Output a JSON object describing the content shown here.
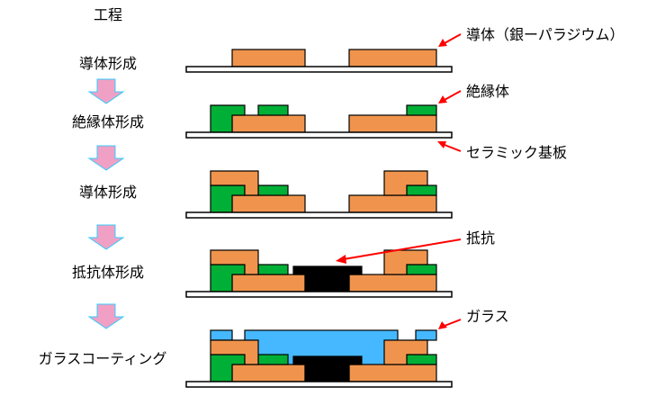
{
  "process_header": "工程",
  "steps": [
    "導体形成",
    "絶縁体形成",
    "導体形成",
    "抵抗体形成",
    "ガラスコーティング"
  ],
  "labels": {
    "conductor": "導体（銀ーパラジウム）",
    "insulator": "絶縁体",
    "substrate": "セラミック基板",
    "resistor": "抵抗",
    "glass": "ガラス"
  },
  "colors": {
    "conductor": "#f0944d",
    "insulator": "#00b036",
    "resistor": "#000000",
    "glass": "#45b8ff",
    "arrow": "#f0a0c4",
    "callout": "#ff0000"
  }
}
